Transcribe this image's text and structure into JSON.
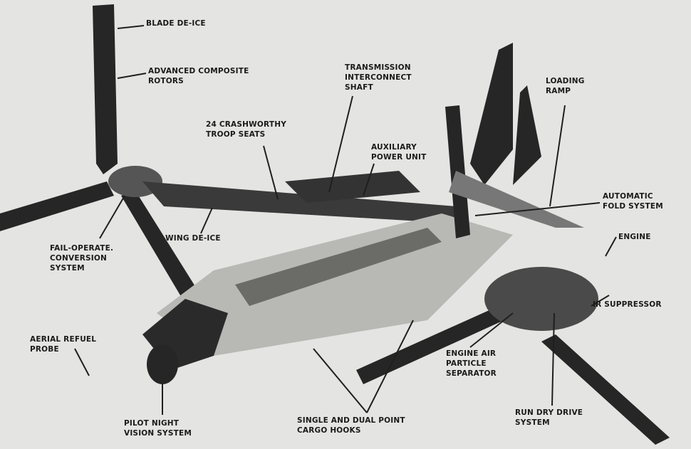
{
  "diagram": {
    "labels": {
      "blade_deice": [
        "BLADE DE-ICE"
      ],
      "composite_rotors": [
        "ADVANCED COMPOSITE",
        "ROTORS"
      ],
      "transmission": [
        "TRANSMISSION",
        "INTERCONNECT",
        "SHAFT"
      ],
      "loading_ramp": [
        "LOADING",
        "RAMP"
      ],
      "troop_seats": [
        "24 CRASHWORTHY",
        "TROOP SEATS"
      ],
      "apu": [
        "AUXILIARY",
        "POWER UNIT"
      ],
      "fold_system": [
        "AUTOMATIC",
        "FOLD SYSTEM"
      ],
      "engine": [
        "ENGINE"
      ],
      "wing_deice": [
        "WING DE-ICE"
      ],
      "conversion": [
        "FAIL-OPERATE.",
        "CONVERSION",
        "SYSTEM"
      ],
      "ir_suppressor": [
        "IR SUPPRESSOR"
      ],
      "refuel_probe": [
        "AERIAL REFUEL",
        "PROBE"
      ],
      "particle_separator": [
        "ENGINE AIR",
        "PARTICLE",
        "SEPARATOR"
      ],
      "night_vision": [
        "PILOT NIGHT",
        "VISION SYSTEM"
      ],
      "cargo_hooks": [
        "SINGLE AND DUAL POINT",
        "CARGO HOOKS"
      ],
      "run_dry": [
        "RUN DRY DRIVE",
        "SYSTEM"
      ]
    },
    "colors": {
      "ink": "#1f1f1f",
      "paper": "#e4e4e2",
      "mid": "#9a9a98"
    }
  }
}
